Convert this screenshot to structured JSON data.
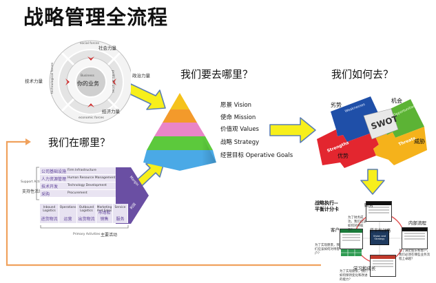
{
  "title": "战略管理全流程",
  "questions": {
    "where_to_go": "我们要去哪里？",
    "how_to_get": "我们如何去？",
    "where_now": "我们在哪里？"
  },
  "environment": {
    "business_en": "Business",
    "business_cn": "你的业务",
    "social_en": "social forces",
    "social_cn": "社会力量",
    "political_en": "political forces",
    "political_cn": "政治力量",
    "economic_en": "economic forces",
    "economic_cn": "经济力量",
    "tech_en": "technological forces",
    "tech_cn": "技术力量"
  },
  "pyramid": {
    "levels": [
      {
        "label": "愿景 Vision",
        "color": "#f5c21b"
      },
      {
        "label": "使命 Mission",
        "color": "#f39a2b"
      },
      {
        "label": "价值观 Values",
        "color": "#e985c8"
      },
      {
        "label": "战略 Strategy",
        "color": "#5cc93c"
      },
      {
        "label": "经营目标 Operative Goals",
        "color": "#4aa9e6"
      }
    ]
  },
  "swot": {
    "center": "SWOT",
    "strengths_en": "Strengths",
    "strengths_cn": "优势",
    "weaknesses_en": "Weaknesses",
    "weaknesses_cn": "劣势",
    "opportunities_en": "Opportunities",
    "opportunities_cn": "机会",
    "threats_en": "Threats",
    "threats_cn": "威胁",
    "colors": {
      "strengths": "#e3262f",
      "weaknesses": "#1f4fa8",
      "opportunities": "#5cb335",
      "threats": "#f5b21b"
    }
  },
  "value_chain": {
    "support_label_en": "Support Activities",
    "support_label_cn": "支持性活动",
    "support_rows": [
      {
        "cn": "公司基础设施",
        "en": "Firm Infrastructure"
      },
      {
        "cn": "人力资源管理",
        "en": "Human Resource Management"
      },
      {
        "cn": "技术开发",
        "en": "Technology Development"
      },
      {
        "cn": "采购",
        "en": "Procurement"
      }
    ],
    "primary": [
      {
        "en": "Inbound Logistics",
        "cn": "进货物流"
      },
      {
        "en": "Operations",
        "cn": "运营"
      },
      {
        "en": "Outbound Logistics",
        "cn": "出货物流"
      },
      {
        "en": "Marketing And Sales",
        "cn": "市场和销售"
      },
      {
        "en": "Service",
        "cn": "服务"
      }
    ],
    "primary_label_en": "Primary Activities",
    "primary_label_cn": "主要活动",
    "margin_en": "Margin",
    "margin_cn": "利润"
  },
  "bsc": {
    "title_line1": "战略执行--",
    "title_line2": "平衡计分卡",
    "finance": "财务",
    "customer": "客户",
    "internal": "内部流程",
    "learning": "学习和成长",
    "center": "愿景和战略",
    "center_en": "Vision and Strategy",
    "note_customer": "为了实现愿景，我们应该如何对待客户？",
    "note_finance": "为了财务成功，我们应该如何对待股东？",
    "note_internal": "为了满足股东和客户，我们必须在哪些业务流程上卓越？",
    "note_learning": "为了实现愿景，我们如何保持变化和改进的能力？"
  }
}
